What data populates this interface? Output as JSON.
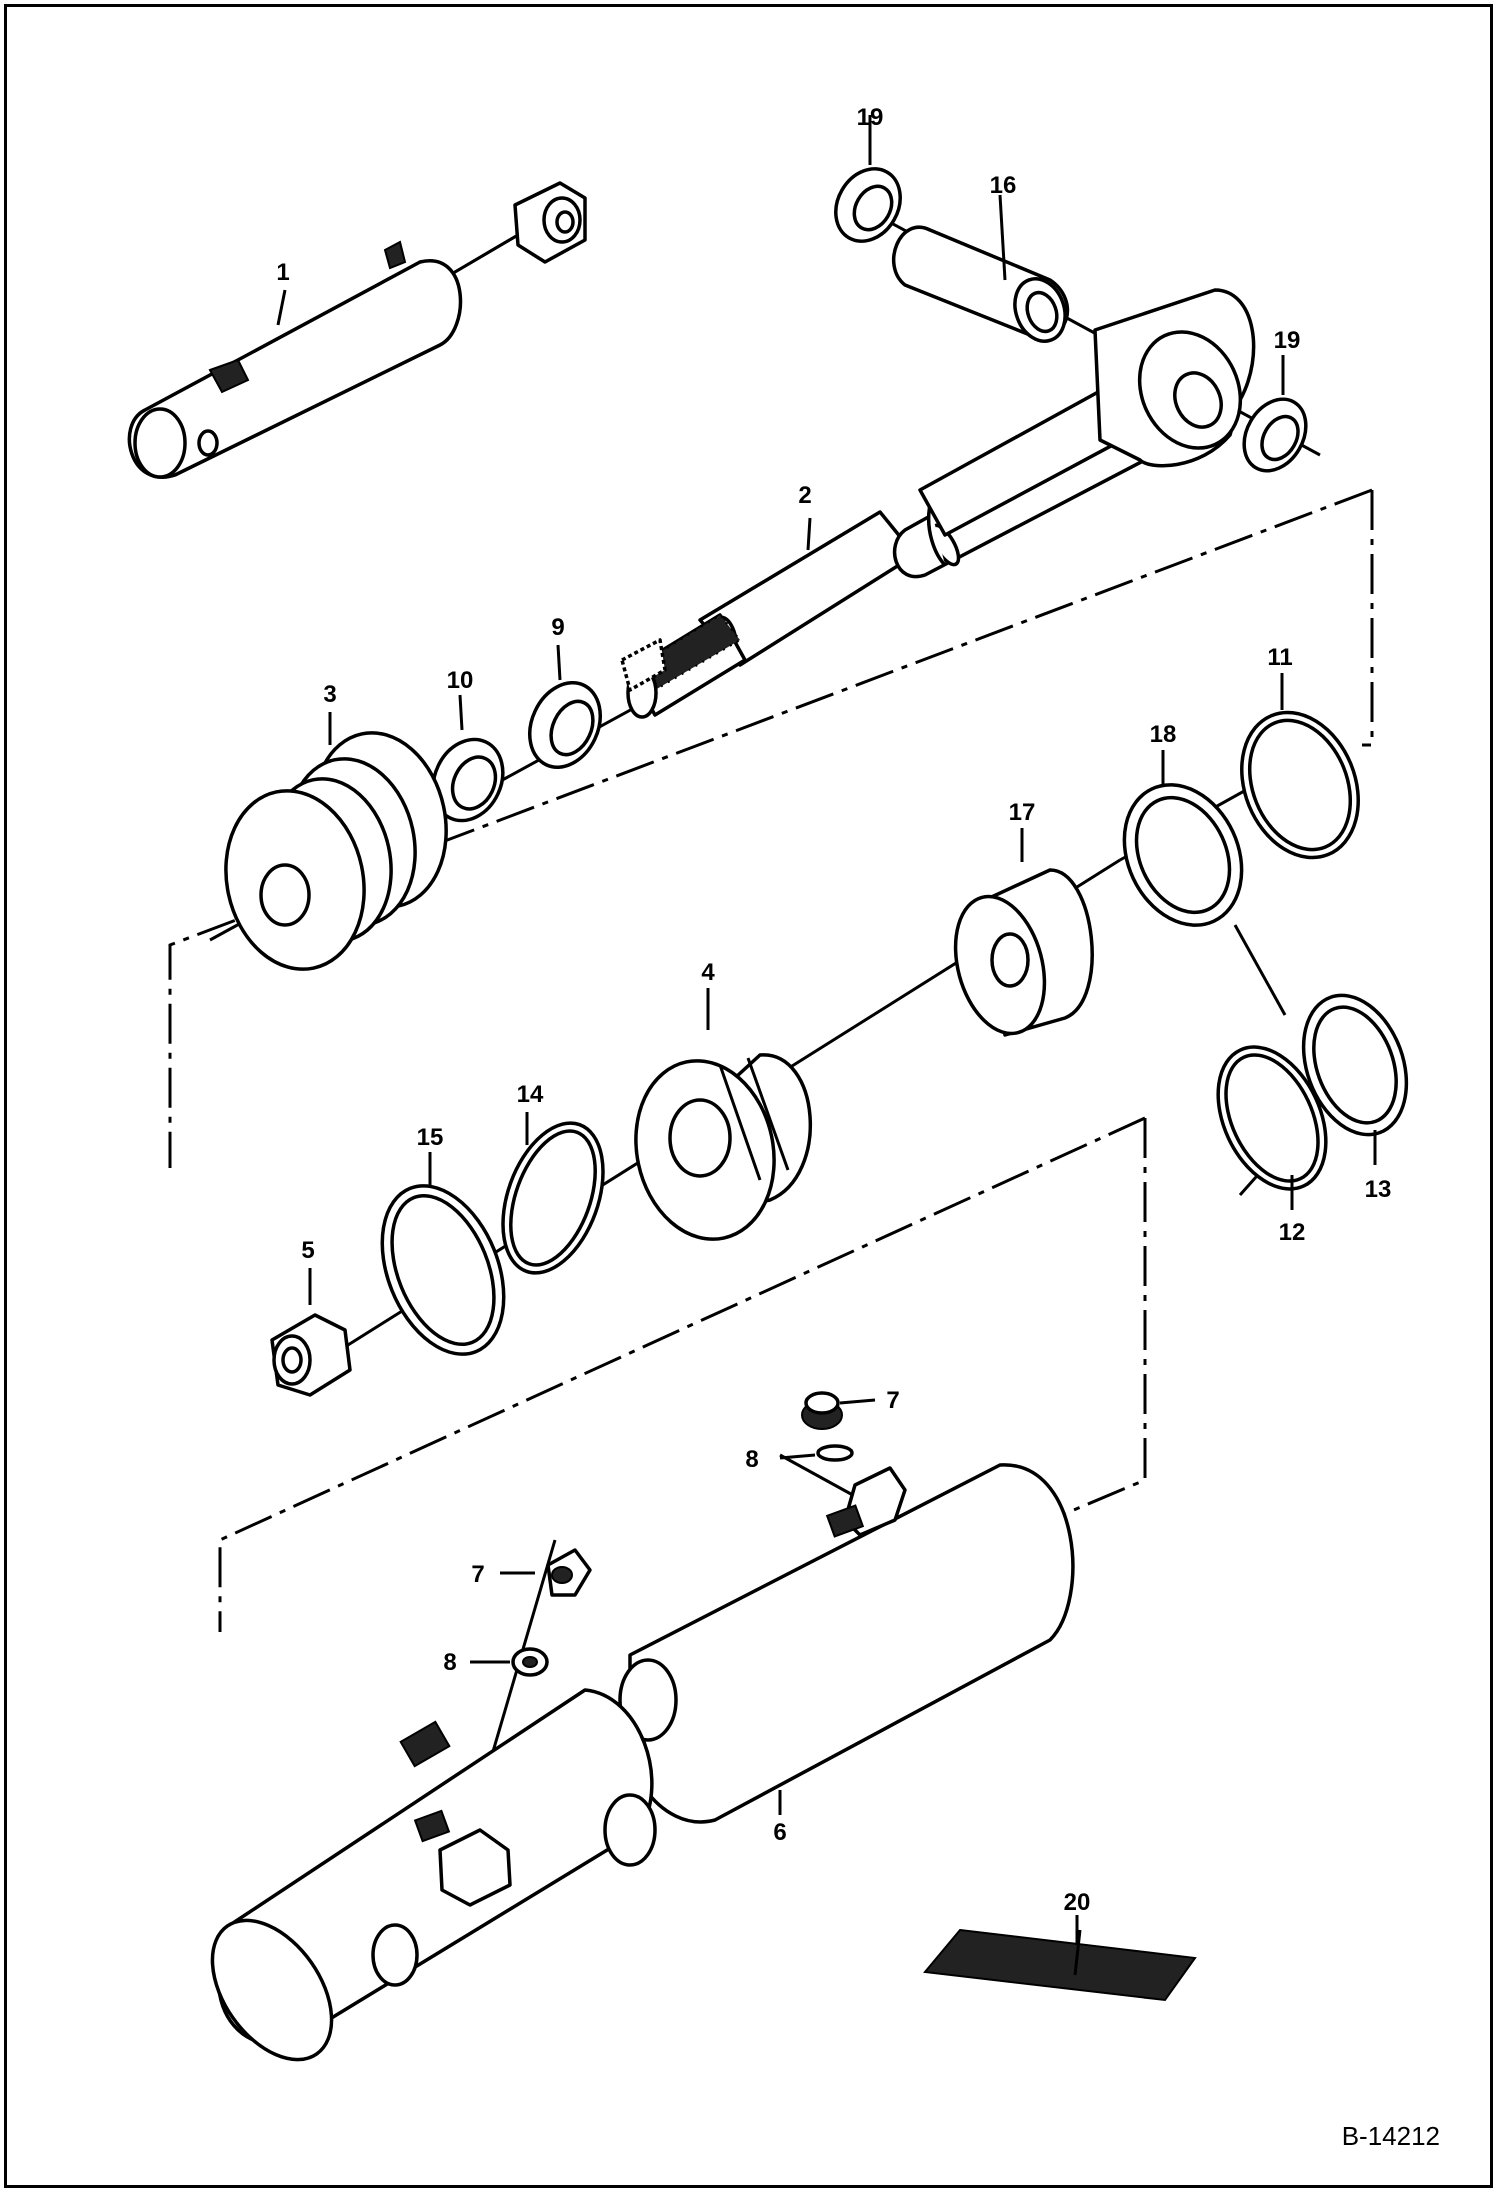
{
  "diagram": {
    "document_id": "B-14212",
    "callouts": [
      {
        "id": "c1",
        "text": "1"
      },
      {
        "id": "c2",
        "text": "2"
      },
      {
        "id": "c3",
        "text": "3"
      },
      {
        "id": "c4",
        "text": "4"
      },
      {
        "id": "c5",
        "text": "5"
      },
      {
        "id": "c6",
        "text": "6"
      },
      {
        "id": "c7a",
        "text": "7"
      },
      {
        "id": "c7b",
        "text": "7"
      },
      {
        "id": "c8a",
        "text": "8"
      },
      {
        "id": "c8b",
        "text": "8"
      },
      {
        "id": "c9",
        "text": "9"
      },
      {
        "id": "c10",
        "text": "10"
      },
      {
        "id": "c11",
        "text": "11"
      },
      {
        "id": "c12",
        "text": "12"
      },
      {
        "id": "c13",
        "text": "13"
      },
      {
        "id": "c14",
        "text": "14"
      },
      {
        "id": "c15",
        "text": "15"
      },
      {
        "id": "c16",
        "text": "16"
      },
      {
        "id": "c17",
        "text": "17"
      },
      {
        "id": "c18",
        "text": "18"
      },
      {
        "id": "c19a",
        "text": "19"
      },
      {
        "id": "c19b",
        "text": "19"
      },
      {
        "id": "c20",
        "text": "20"
      }
    ]
  }
}
